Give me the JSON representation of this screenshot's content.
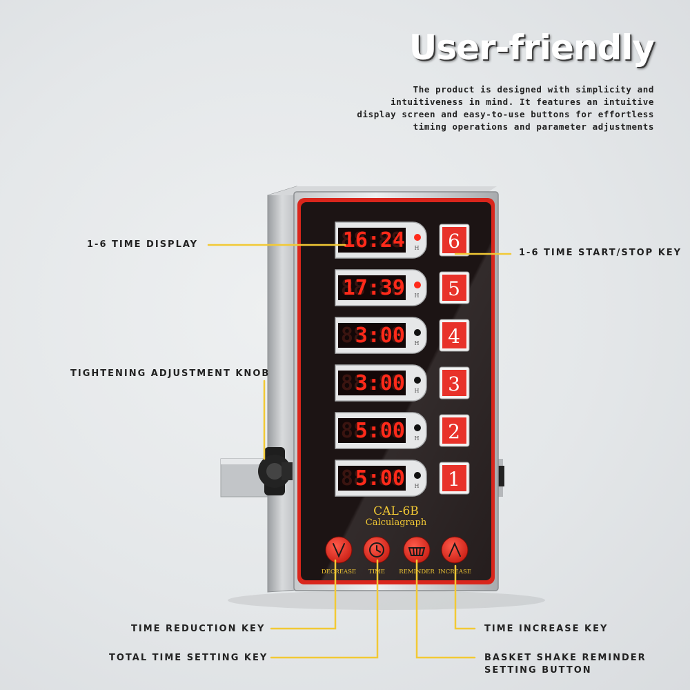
{
  "header": {
    "title": "User-friendly",
    "description": "The product is designed with simplicity and intuitiveness in mind. It features an intuitive display screen and easy-to-use buttons for effortless timing operations and parameter adjustments"
  },
  "callouts": {
    "time_display": "1-6 TIME DISPLAY",
    "start_stop": "1-6 TIME START/STOP KEY",
    "knob": "TIGHTENING ADJUSTMENT KNOB",
    "reduction": "TIME REDUCTION KEY",
    "increase": "TIME INCREASE KEY",
    "total_time": "TOTAL TIME SETTING KEY",
    "basket_line1": "BASKET SHAKE REMINDER",
    "basket_line2": "SETTING BUTTON"
  },
  "device": {
    "model": "CAL-6B",
    "subtitle": "Calculagraph",
    "channels": [
      {
        "key": "6",
        "time": "16:24",
        "h": "H",
        "lit": true
      },
      {
        "key": "5",
        "time": "17:39",
        "h": "H",
        "lit": true
      },
      {
        "key": "4",
        "time": "3:00",
        "h": "H",
        "lit": false
      },
      {
        "key": "3",
        "time": "3:00",
        "h": "H",
        "lit": false
      },
      {
        "key": "2",
        "time": "5:00",
        "h": "H",
        "lit": false
      },
      {
        "key": "1",
        "time": "5:00",
        "h": "H",
        "lit": false
      }
    ],
    "buttons": [
      {
        "label": "DECREASE",
        "icon": "chevron-down-icon"
      },
      {
        "label": "TIME",
        "icon": "clock-icon"
      },
      {
        "label": "REMINDER",
        "icon": "basket-icon"
      },
      {
        "label": "INCREASE",
        "icon": "chevron-up-icon"
      }
    ]
  },
  "colors": {
    "accent_line": "#f2c935",
    "panel_border": "#d9261c",
    "panel_bg": "#1c1414",
    "key_red": "#e8322a",
    "led_red": "#ff2a1a"
  }
}
